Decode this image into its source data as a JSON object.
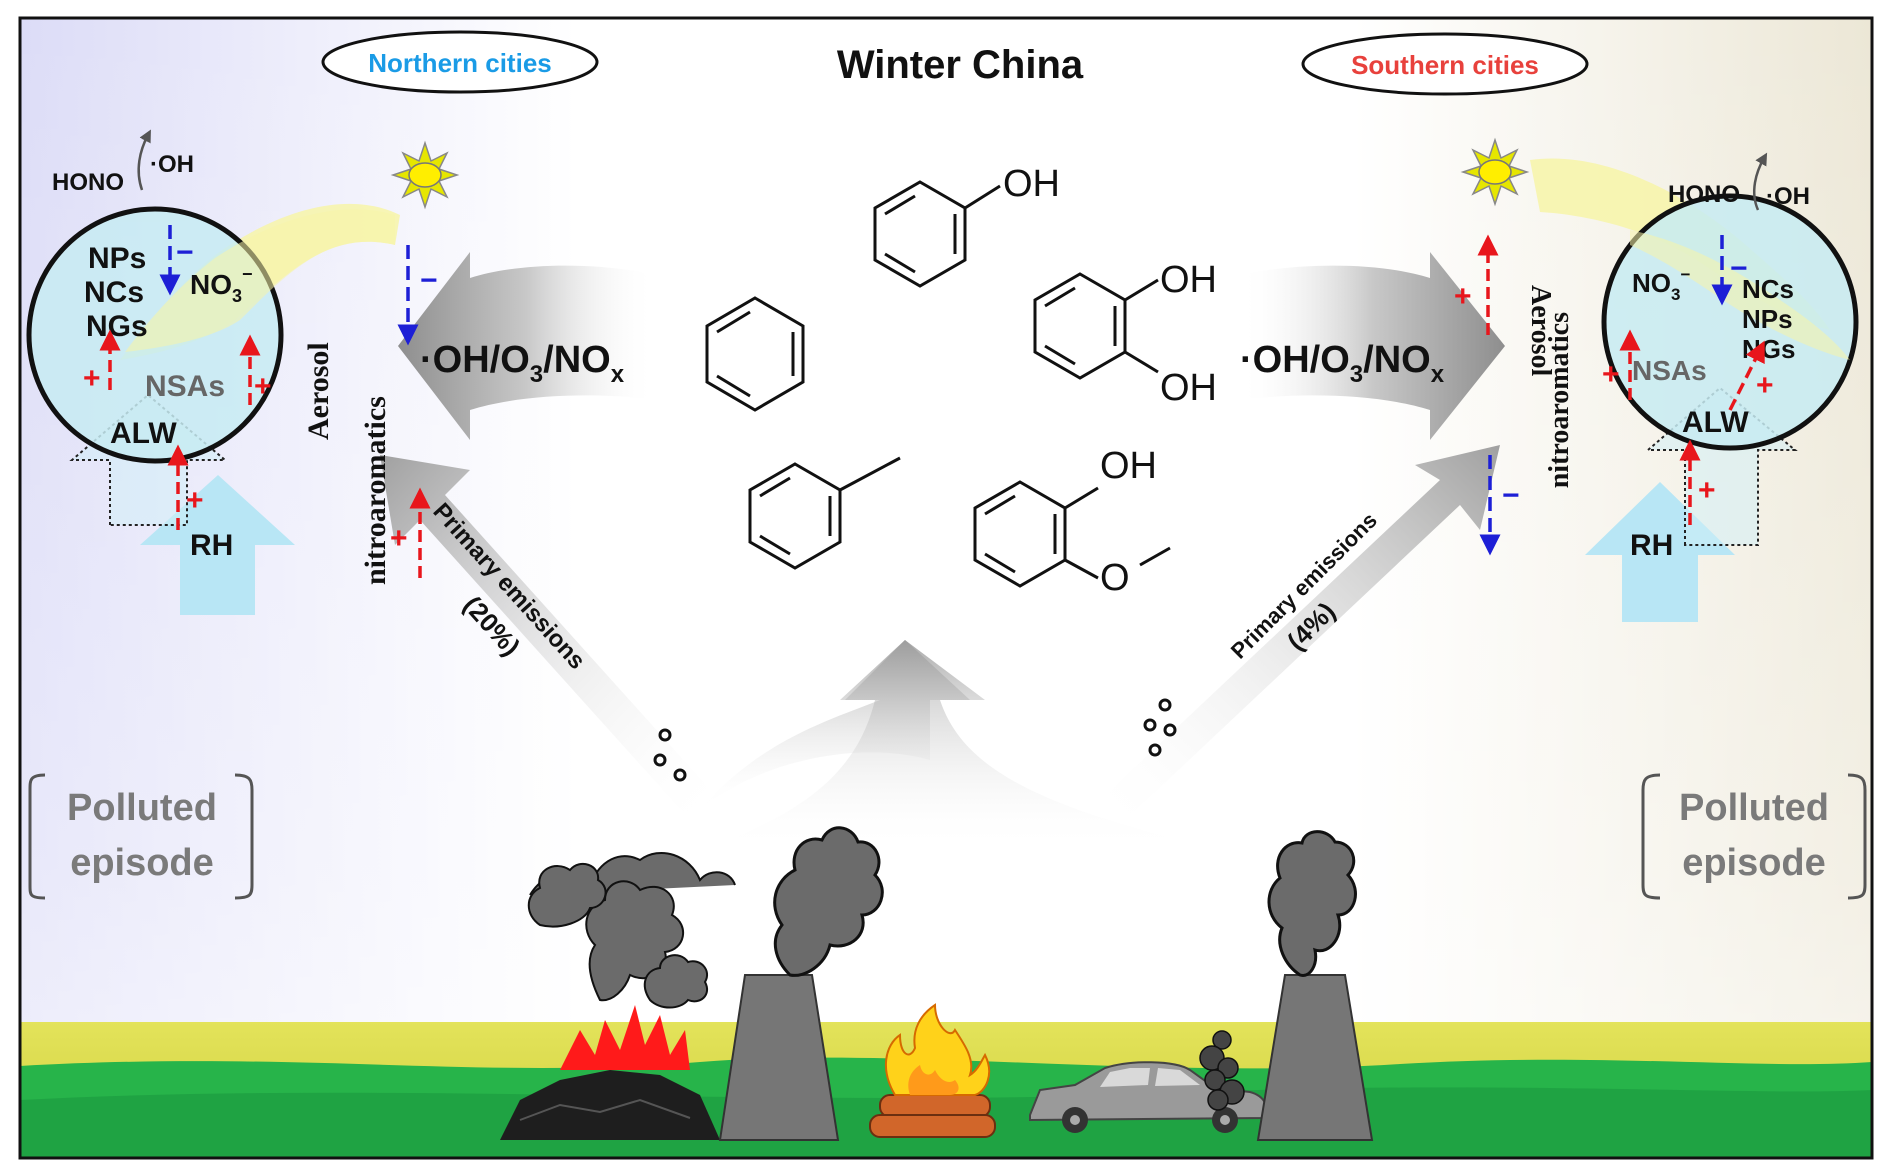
{
  "title": "Winter China",
  "north": {
    "city_label": "Northern cities",
    "city_color": "#1a9be6",
    "hono": "HONO",
    "oh": "·OH",
    "species": [
      "NPs",
      "NCs",
      "NGs"
    ],
    "nitrate": "NO",
    "nitrate_sub": "3",
    "nitrate_sup": "−",
    "nsas": "NSAs",
    "alw": "ALW",
    "rh": "RH",
    "aerosol_label": "Aerosol",
    "nitro_label": "nitroaromatics",
    "primary_label": "Primary emissions",
    "primary_pct": "(20%)",
    "episode_line1": "Polluted",
    "episode_line2": "episode"
  },
  "south": {
    "city_label": "Southern cities",
    "city_color": "#e8413c",
    "hono": "HONO",
    "oh": "·OH",
    "species": [
      "NCs",
      "NPs",
      "NGs"
    ],
    "nitrate": "NO",
    "nitrate_sub": "3",
    "nitrate_sup": "−",
    "nsas": "NSAs",
    "alw": "ALW",
    "rh": "RH",
    "aerosol_label": "Aerosol",
    "nitro_label": "nitroaromatics",
    "primary_label": "Primary emissions",
    "primary_pct": "(4%)",
    "episode_line1": "Polluted",
    "episode_line2": "episode"
  },
  "oxidants": {
    "prefix": "·OH/O",
    "sub1": "3",
    "mid": "/NO",
    "sub2": "x"
  },
  "signs": {
    "plus": "+",
    "minus": "−"
  },
  "molecules": {
    "phenol_oh": "OH",
    "catechol_oh1": "OH",
    "catechol_oh2": "OH",
    "guaiacol_oh": "OH",
    "guaiacol_o": "O"
  },
  "colors": {
    "increase": "#e8161c",
    "decrease": "#1d1fd6",
    "arrow_gray": "#9a9a9a",
    "smoke": "#6b6b6b",
    "grass": "#27b44a",
    "field": "#d9d94a"
  }
}
